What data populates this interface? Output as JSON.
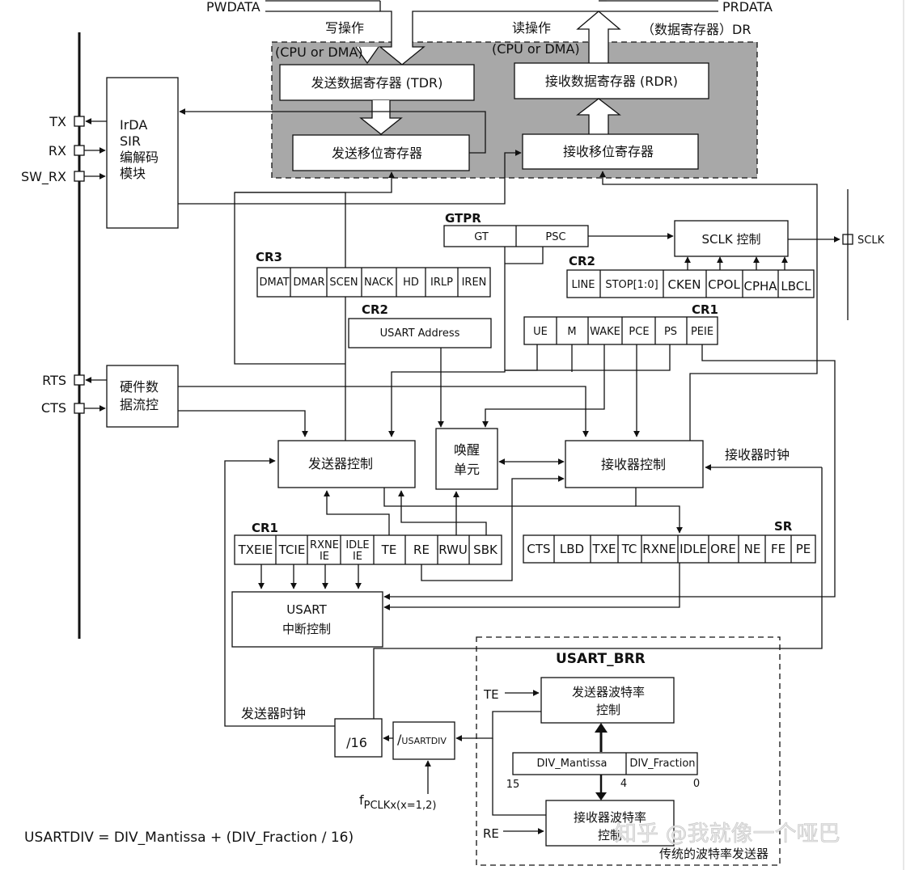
{
  "bus": {
    "pwdata": "PWDATA",
    "prdata": "PRDATA",
    "write_op": "写操作",
    "read_op": "读操作",
    "data_reg_dr": "（数据寄存器）DR",
    "cpu_dma_left": "(CPU or DMA)",
    "cpu_dma_right": "(CPU or DMA)"
  },
  "registers": {
    "tdr": "发送数据寄存器 (TDR)",
    "rdr": "接收数据寄存器 (RDR)",
    "tx_shift": "发送移位寄存器",
    "rx_shift": "接收移位寄存器"
  },
  "pins": {
    "tx": "TX",
    "rx": "RX",
    "sw_rx": "SW_RX",
    "rts": "RTS",
    "cts": "CTS",
    "sclk": "SCLK"
  },
  "irda": [
    "IrDA",
    "SIR",
    "编解码",
    "模块"
  ],
  "hwflow": [
    "硬件数",
    "据流控"
  ],
  "gtpr": {
    "title": "GTPR",
    "fields": [
      "GT",
      "PSC"
    ]
  },
  "sclk_ctrl": "SCLK 控制",
  "cr3": {
    "title": "CR3",
    "fields": [
      "DMAT",
      "DMAR",
      "SCEN",
      "NACK",
      "HD",
      "IRLP",
      "IREN"
    ]
  },
  "cr2_top": {
    "title": "CR2",
    "fields": [
      "LINE",
      "STOP[1:0]",
      "CKEN",
      "CPOL",
      "CPHA",
      "LBCL"
    ]
  },
  "cr2_addr": {
    "title": "CR2",
    "field": "USART Address"
  },
  "cr1_top": {
    "title": "CR1",
    "fields": [
      "UE",
      "M",
      "WAKE",
      "PCE",
      "PS",
      "PEIE"
    ]
  },
  "blocks": {
    "tx_ctrl": "发送器控制",
    "wakeup": [
      "唤醒",
      "单元"
    ],
    "rx_ctrl": "接收器控制",
    "rx_clock": "接收器时钟",
    "tx_clock": "发送器时钟",
    "interrupt": [
      "USART",
      "中断控制"
    ],
    "div16": "/16",
    "usartdiv_prefix": "/",
    "usartdiv_sub": "USARTDIV"
  },
  "cr1_bottom": {
    "title": "CR1",
    "fields": [
      [
        "TXEIE"
      ],
      [
        "TCIE"
      ],
      [
        "RXNE",
        "IE"
      ],
      [
        "IDLE",
        "IE"
      ],
      [
        "TE"
      ],
      [
        "RE"
      ],
      [
        "RWU"
      ],
      [
        "SBK"
      ]
    ]
  },
  "sr": {
    "title": "SR",
    "fields": [
      "CTS",
      "LBD",
      "TXE",
      "TC",
      "RXNE",
      "IDLE",
      "ORE",
      "NE",
      "FE",
      "PE"
    ]
  },
  "brr": {
    "title": "USART_BRR",
    "te": "TE",
    "re": "RE",
    "tx_baud": [
      "发送器波特率",
      "控制"
    ],
    "rx_baud": [
      "接收器波特率",
      "控制"
    ],
    "mantissa": "DIV_Mantissa",
    "fraction": "DIV_Fraction",
    "bit15": "15",
    "bit4": "4",
    "bit0": "0",
    "caption": "传统的波特率发送器"
  },
  "fpclk": {
    "main": "f",
    "sub": "PCLKx(x=1,2)"
  },
  "formula": "USARTDIV = DIV_Mantissa + (DIV_Fraction / 16)",
  "watermark": "知乎 @我就像一个哑巴"
}
